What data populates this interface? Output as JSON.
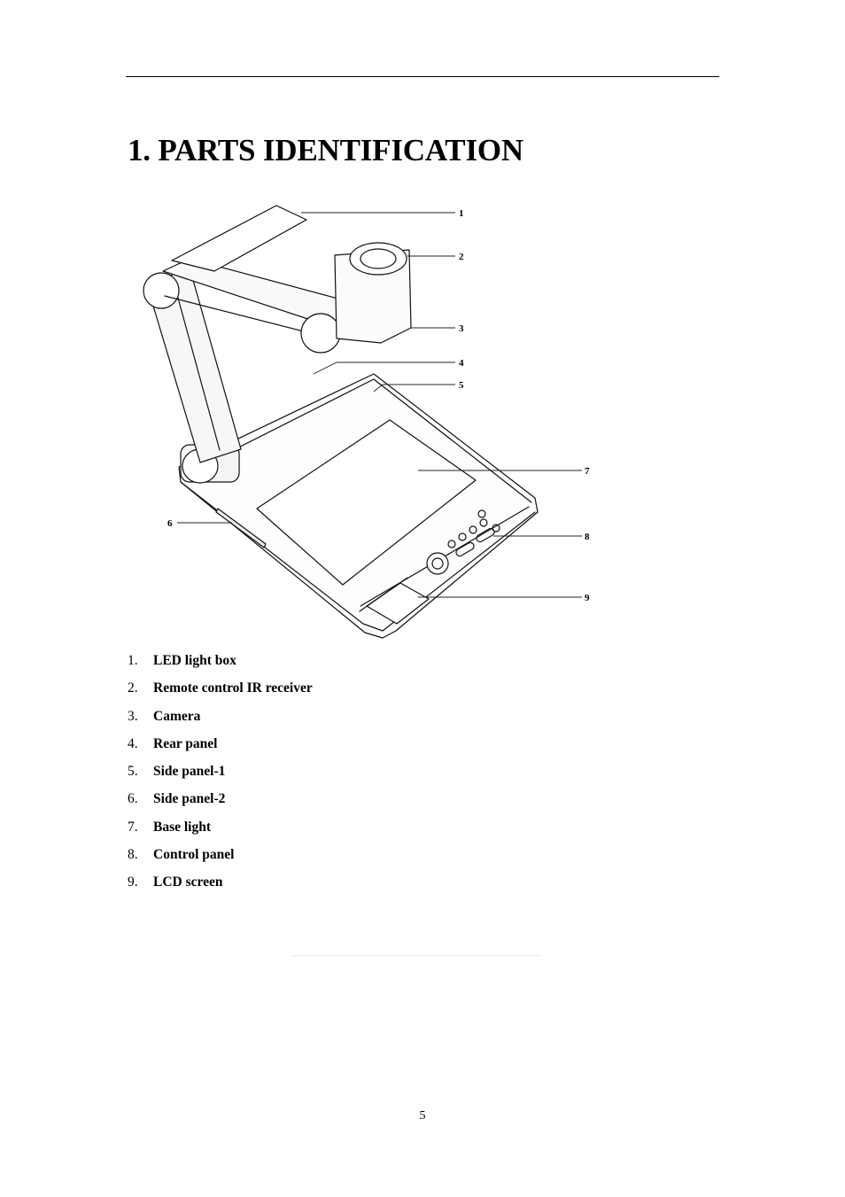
{
  "page": {
    "title": "1. PARTS IDENTIFICATION",
    "page_number": "5"
  },
  "figure": {
    "callouts": [
      "1",
      "2",
      "3",
      "4",
      "5",
      "6",
      "7",
      "8",
      "9"
    ]
  },
  "parts": [
    {
      "num": "1.",
      "label": "LED light box"
    },
    {
      "num": "2.",
      "label": "Remote control IR receiver"
    },
    {
      "num": "3.",
      "label": "Camera"
    },
    {
      "num": "4.",
      "label": "Rear panel"
    },
    {
      "num": "5.",
      "label": "Side panel-1"
    },
    {
      "num": "6.",
      "label": "Side panel-2"
    },
    {
      "num": "7.",
      "label": "Base light"
    },
    {
      "num": "8.",
      "label": "Control panel"
    },
    {
      "num": "9.",
      "label": "LCD screen"
    }
  ]
}
